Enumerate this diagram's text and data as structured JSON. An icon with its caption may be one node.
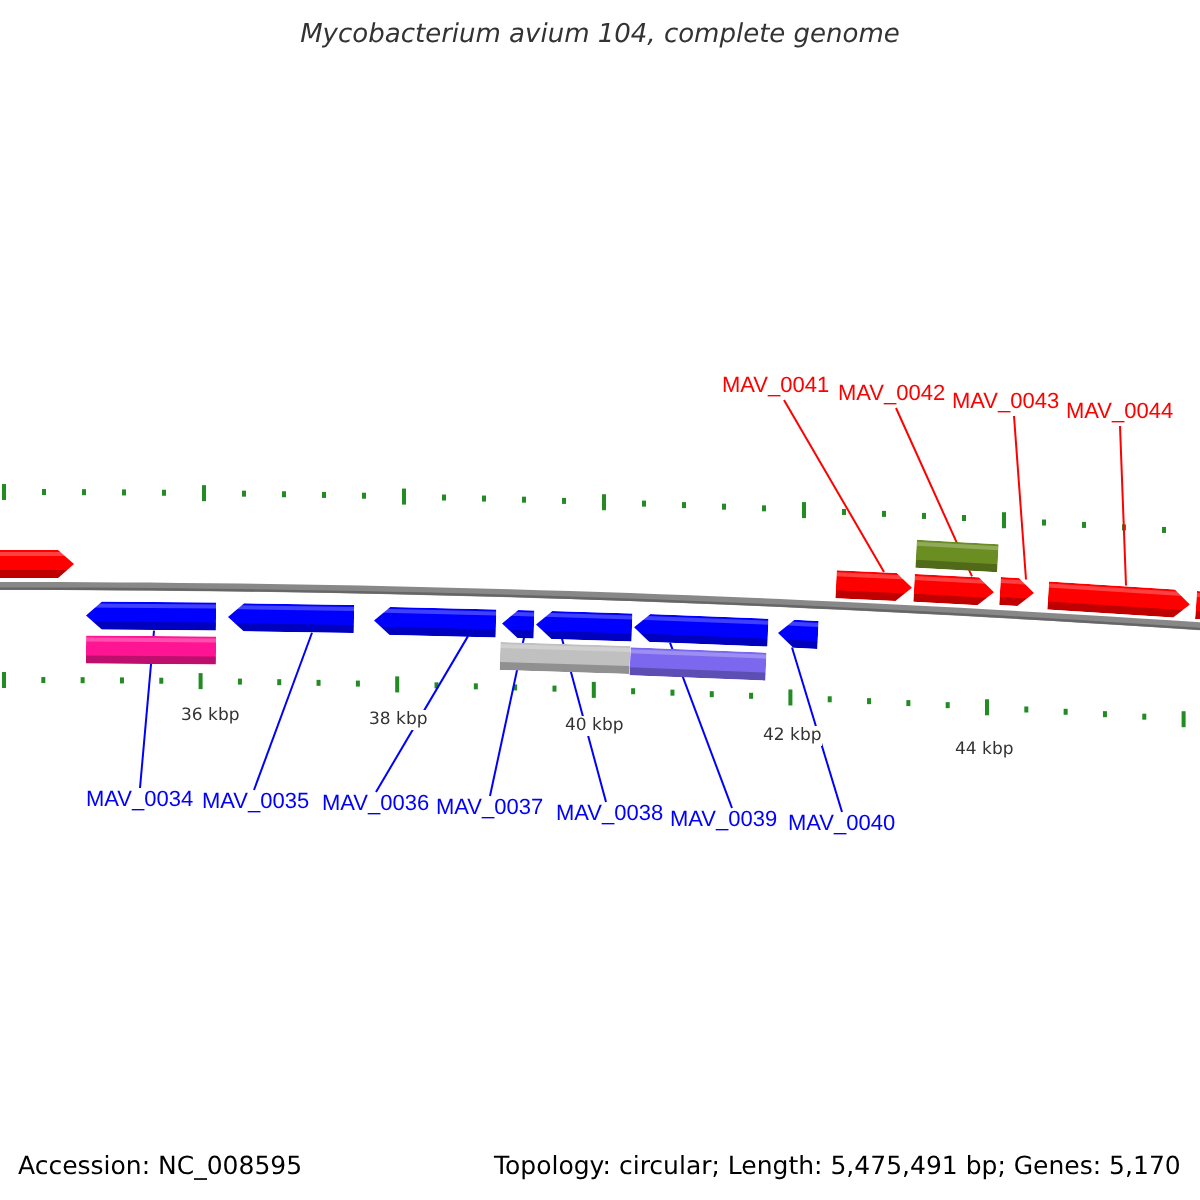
{
  "diagram": {
    "title": "Mycobacterium avium 104, complete genome",
    "nodes": [
      {
        "text": [
          "MAV_0041"
        ]
      },
      {
        "text": [
          "MAV_0042"
        ]
      },
      {
        "text": [
          "MAV_0043"
        ]
      },
      {
        "text": [
          "MAV_0044"
        ]
      },
      {
        "text": [],
        "shape": "bar"
      },
      {
        "text": [],
        "shape": "pentagon"
      },
      {
        "text": [],
        "shape": "pentagon"
      },
      {
        "text": [],
        "shape": "pentagon"
      },
      {
        "text": [],
        "shape": "pentagon"
      },
      {
        "text": [],
        "shape": "pentagon"
      },
      {
        "text": [],
        "shape": "pentagon"
      },
      {
        "text": [],
        "shape": "pentagon"
      },
      {
        "text": [],
        "shape": "pentagon"
      },
      {
        "text": [],
        "shape": "pentagon"
      },
      {
        "text": [],
        "shape": "pentagon"
      },
      {
        "text": [],
        "shape": "pentagon"
      },
      {
        "text": [],
        "shape": "pentagon"
      },
      {
        "text": [],
        "shape": "pentagon"
      },
      {
        "text": [],
        "shape": "bar"
      },
      {
        "text": [],
        "shape": "bar"
      },
      {
        "text": [],
        "shape": "bar"
      },
      {
        "text": [
          "MAV_0034"
        ]
      },
      {
        "text": [
          "MAV_0035"
        ]
      },
      {
        "text": [
          "MAV_0036"
        ]
      },
      {
        "text": [
          "MAV_0037"
        ]
      },
      {
        "text": [
          "MAV_0038"
        ]
      },
      {
        "text": [
          "MAV_0039"
        ]
      },
      {
        "text": [
          "MAV_0040"
        ]
      }
    ],
    "edges": [
      {
        "from": 0,
        "to": 6,
        "arrow": "none",
        "color": "#ff0000"
      },
      {
        "from": 1,
        "to": 7,
        "arrow": "none",
        "color": "#ff0000"
      },
      {
        "from": 2,
        "to": 8,
        "arrow": "none",
        "color": "#ff0000"
      },
      {
        "from": 3,
        "to": 9,
        "arrow": "none",
        "color": "#ff0000"
      },
      {
        "from": 21,
        "to": 11,
        "arrow": "none"
      },
      {
        "from": 22,
        "to": 12,
        "arrow": "none"
      },
      {
        "from": 23,
        "to": 13,
        "arrow": "none"
      },
      {
        "from": 24,
        "to": 14,
        "arrow": "none"
      },
      {
        "from": 25,
        "to": 15,
        "arrow": "none"
      },
      {
        "from": 26,
        "to": 16,
        "arrow": "none"
      },
      {
        "from": 27,
        "to": 17,
        "arrow": "none"
      }
    ],
    "labels": [
      "36 kbp",
      "38 kbp",
      "40 kbp",
      "42 kbp",
      "44 kbp",
      "Accession: NC_008595",
      "Topology: circular; Length: 5,475,491 bp; Genes: 5,170"
    ]
  }
}
